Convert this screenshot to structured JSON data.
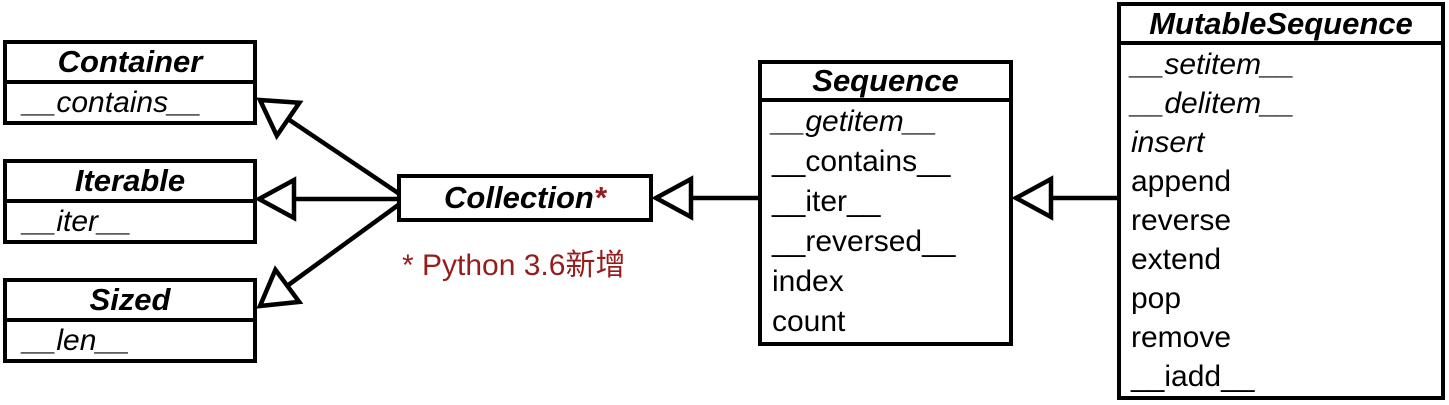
{
  "note": {
    "text": "* Python 3.6新增",
    "color": "#961d1d"
  },
  "colors": {
    "line": "#000000",
    "background": "#ffffff",
    "accent_red": "#961d1d"
  },
  "classes": {
    "container": {
      "title": "Container",
      "members": [
        "__contains__"
      ]
    },
    "iterable": {
      "title": "Iterable",
      "members": [
        "__iter__"
      ]
    },
    "sized": {
      "title": "Sized",
      "members": [
        "__len__"
      ]
    },
    "collection": {
      "title": "Collection",
      "suffix": "*"
    },
    "sequence": {
      "title": "Sequence",
      "members": [
        "__getitem__",
        "__contains__",
        "__iter__",
        "__reversed__",
        "index",
        "count"
      ]
    },
    "mutable_sequence": {
      "title": "MutableSequence",
      "members": [
        "__setitem__",
        "__delitem__",
        "insert",
        "append",
        "reverse",
        "extend",
        "pop",
        "remove",
        "__iadd__"
      ]
    }
  }
}
